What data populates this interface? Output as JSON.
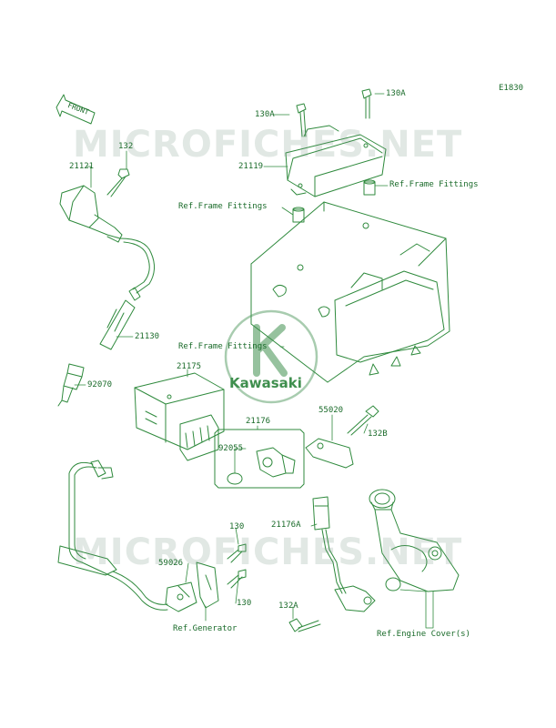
{
  "diagram_code": "E1830",
  "front_label": "FRONT",
  "watermark": "MICROFICHES.NET",
  "brand": "Kawasaki",
  "colors": {
    "line": "#2f8a3d",
    "label": "#1a6b2a"
  },
  "labels": {
    "l132": "132",
    "l21121": "21121",
    "l21130": "21130",
    "l92070": "92070",
    "l130A_left": "130A",
    "l130A_right": "130A",
    "l21119": "21119",
    "ref_frame_right": "Ref.Frame Fittings",
    "ref_frame_left": "Ref.Frame Fittings",
    "ref_frame_bottom": "Ref.Frame Fittings",
    "l21175": "21175",
    "l21176": "21176",
    "l92055": "92055",
    "l55020": "55020",
    "l132B": "132B",
    "l21176A": "21176A",
    "l130_top": "130",
    "l130_bot": "130",
    "l59026": "59026",
    "ref_generator": "Ref.Generator",
    "l132A": "132A",
    "ref_engine_cover": "Ref.Engine Cover(s)"
  }
}
